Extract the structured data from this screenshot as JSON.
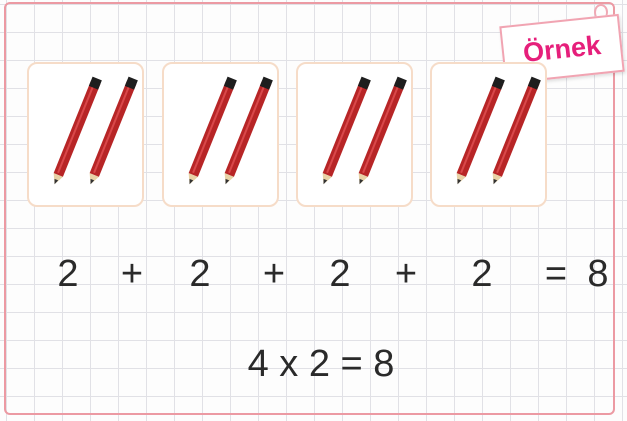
{
  "tag": {
    "label": "Örnek"
  },
  "groups": [
    {
      "count": 2,
      "item": "pencil-icon"
    },
    {
      "count": 2,
      "item": "pencil-icon"
    },
    {
      "count": 2,
      "item": "pencil-icon"
    },
    {
      "count": 2,
      "item": "pencil-icon"
    }
  ],
  "addition": {
    "terms": [
      "2",
      "2",
      "2",
      "2"
    ],
    "plus": "+",
    "equals": "=",
    "result": "8"
  },
  "multiplication": {
    "text": "4 x 2 = 8"
  },
  "colors": {
    "frame": "#ec9aa3",
    "card_border": "#f6dcc8",
    "pencil_body": "#b72526",
    "pencil_cap": "#1e1e1e",
    "tag_text": "#e61f7b"
  }
}
